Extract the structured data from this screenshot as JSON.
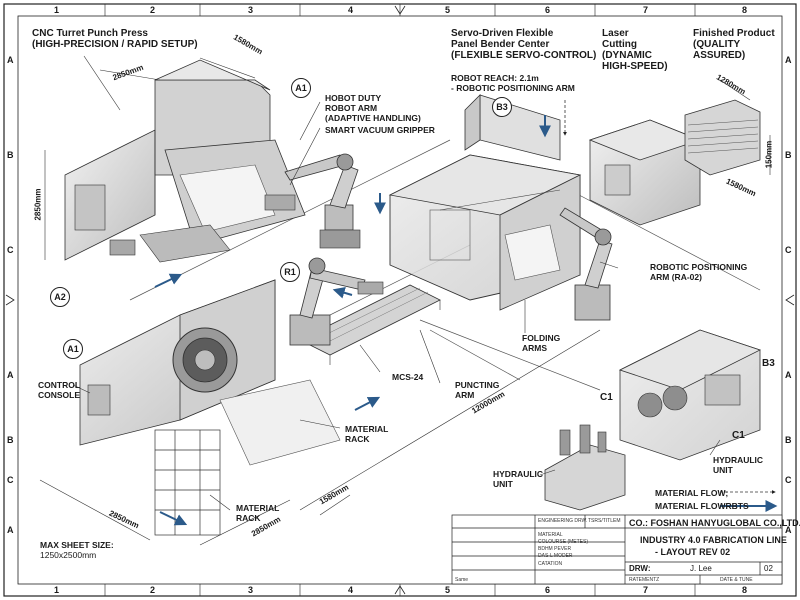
{
  "grid": {
    "columns": [
      "1",
      "2",
      "3",
      "4",
      "5",
      "6",
      "7",
      "8"
    ],
    "rows": [
      "A",
      "B",
      "C",
      "A",
      "B",
      "C",
      "A"
    ]
  },
  "labels": {
    "punch_press": [
      "CNC Turret Punch Press",
      "(HIGH-PRECISION / RAPID SETUP)"
    ],
    "robot_arm": [
      "HOBOT DUTY",
      "ROBOT ARM",
      "(ADAPTIVE HANDLING)"
    ],
    "vacuum_gripper": "SMART VACUUM GRIPPER",
    "panel_bender": [
      "Servo-Driven Flexible",
      "Panel Bender Center",
      "(FLEXIBLE SERVO-CONTROL)"
    ],
    "robot_reach": [
      "ROBOT REACH: 2.1m",
      "- ROBOTIC POSITIONING ARM"
    ],
    "laser": [
      "Laser",
      "Cutting",
      "(DYNAMIC",
      "HIGH-SPEED)"
    ],
    "finished": [
      "Finished Product",
      "(QUALITY",
      "ASSURED)"
    ],
    "ra02": [
      "ROBOTIC POSITIONING",
      "ARM (RA-02)"
    ],
    "folding_arms": [
      "FOLDING",
      "ARMS"
    ],
    "mcs24": "MCS-24",
    "puncting_arm": [
      "PUNCTING",
      "ARM"
    ],
    "control_console": [
      "CONTROL",
      "CONSOLE"
    ],
    "material_rack_1": [
      "MATERIAL",
      "RACK"
    ],
    "material_rack_2": [
      "MATERIAL",
      "RACK"
    ],
    "hydraulic_1": [
      "HYDRAULIC",
      "UNIT"
    ],
    "hydraulic_2": [
      "HYDRAULIC",
      "UNIT"
    ],
    "max_sheet": [
      "MAX SHEET SIZE:",
      "1250x2500mm"
    ],
    "flow_1": "MATERIAL FLOW;",
    "flow_2": "MATERIAL FLOWRBTS"
  },
  "callouts": {
    "a1_top": "A1",
    "a2": "A2",
    "b3_top": "B3",
    "r1": "R1",
    "a1_mid": "A1",
    "b3_right": "B3",
    "c1_a": "C1",
    "c1_b": "C1"
  },
  "dimensions": {
    "d1580_top": "1580mm",
    "d2850_top": "2850mm",
    "d2850_left": "2850mm",
    "d1280": "1280mm",
    "d150": "150mm",
    "d1580_right": "1580mm",
    "d12000": "12000mm",
    "d1580_bottom": "1580mm",
    "d2850_bottom": "2850mm",
    "d2850_bottom_left": "2850mm"
  },
  "title_block": {
    "engineering_drw": "ENGINEERING DRW.",
    "tsrs": "TSRS/TITLEM",
    "material": "MATERIAL",
    "colourse": "COLOURSE (METES)",
    "bdhm": "BDHM PEVER",
    "dasl": "DAS-L MODER",
    "cation": "CATATION",
    "company": "CO.: FOSHAN HANYUGLOBAL CO.,LTD.",
    "title_1": "INDUSTRY 4.0 FABRICATION LINE",
    "title_2": "- LAYOUT REV 02",
    "drw_label": "DRW:",
    "drw_name": "J. Lee",
    "sheet_no": "02",
    "rateme": "RATEMENTZ",
    "date_time": "DATE & TUNE",
    "scale": "Same"
  },
  "colors": {
    "line": "#2a2a2a",
    "machine_fill": "#dcdcdc",
    "machine_dark": "#9a9a9a",
    "flow_arrow": "#2b5a8a"
  }
}
